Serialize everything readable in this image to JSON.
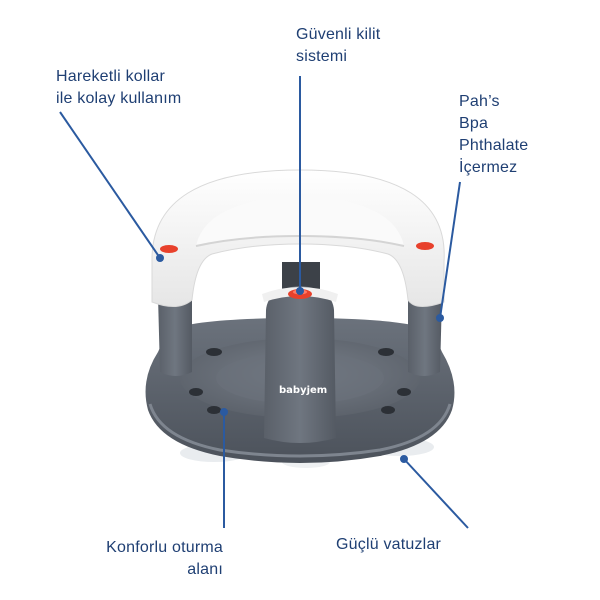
{
  "callouts": {
    "handles": [
      "Hareketli kollar",
      "ile kolay kullanım"
    ],
    "lock": [
      "Güvenli kilit",
      "sistemi"
    ],
    "bpa": [
      "Pah’s",
      "Bpa",
      "Phthalate",
      "İçermez"
    ],
    "seat": [
      "Konforlu oturma",
      "alanı"
    ],
    "suction": [
      "Güçlü vatuzlar"
    ]
  },
  "product": {
    "brand": "babyjem",
    "colors": {
      "body": "#59606b",
      "body_light": "#7a818c",
      "ring": "#f4f4f4",
      "accent": "#e8412c",
      "callout": "#1f3f73"
    }
  }
}
